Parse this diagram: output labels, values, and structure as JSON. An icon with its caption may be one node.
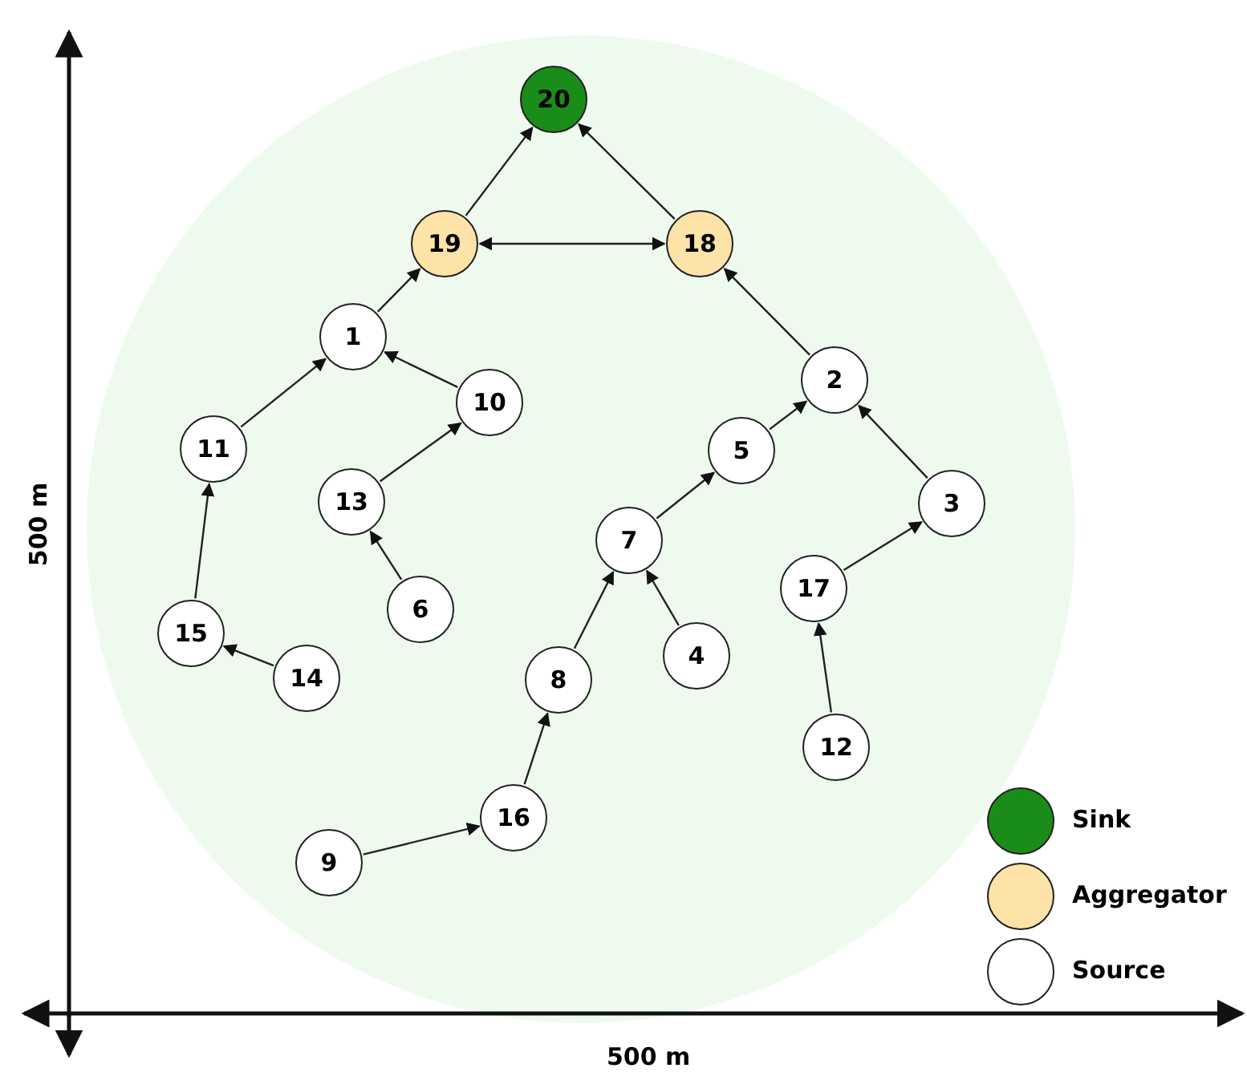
{
  "diagram": {
    "nodes": [
      {
        "text": [
          "20"
        ]
      },
      {
        "text": [
          "19"
        ]
      },
      {
        "text": [
          "18"
        ]
      },
      {
        "text": [
          "1"
        ]
      },
      {
        "text": [
          "2"
        ]
      },
      {
        "text": [
          "10"
        ]
      },
      {
        "text": [
          "11"
        ]
      },
      {
        "text": [
          "5"
        ]
      },
      {
        "text": [
          "13"
        ]
      },
      {
        "text": [
          "3"
        ]
      },
      {
        "text": [
          "7"
        ]
      },
      {
        "text": [
          "17"
        ]
      },
      {
        "text": [
          "6"
        ]
      },
      {
        "text": [
          "15"
        ]
      },
      {
        "text": [
          "4"
        ]
      },
      {
        "text": [
          "14"
        ]
      },
      {
        "text": [
          "8"
        ]
      },
      {
        "text": [
          "12"
        ]
      },
      {
        "text": [
          "16"
        ]
      },
      {
        "text": [
          "9"
        ]
      }
    ],
    "edges": [
      {
        "from": 1,
        "to": 0,
        "arrow": "to"
      },
      {
        "from": 2,
        "to": 0,
        "arrow": "to"
      },
      {
        "from": 1,
        "to": 2,
        "arrow": "both"
      },
      {
        "from": 3,
        "to": 1,
        "arrow": "to"
      },
      {
        "from": 4,
        "to": 2,
        "arrow": "to"
      },
      {
        "from": 5,
        "to": 3,
        "arrow": "to"
      },
      {
        "from": 6,
        "to": 3,
        "arrow": "to"
      },
      {
        "from": 7,
        "to": 4,
        "arrow": "to"
      },
      {
        "from": 9,
        "to": 4,
        "arrow": "to"
      },
      {
        "from": 8,
        "to": 5,
        "arrow": "to"
      },
      {
        "from": 10,
        "to": 7,
        "arrow": "to"
      },
      {
        "from": 11,
        "to": 9,
        "arrow": "to"
      },
      {
        "from": 12,
        "to": 8,
        "arrow": "to"
      },
      {
        "from": 13,
        "to": 6,
        "arrow": "to"
      },
      {
        "from": 14,
        "to": 10,
        "arrow": "to"
      },
      {
        "from": 15,
        "to": 13,
        "arrow": "to"
      },
      {
        "from": 16,
        "to": 10,
        "arrow": "to"
      },
      {
        "from": 17,
        "to": 11,
        "arrow": "to"
      },
      {
        "from": 18,
        "to": 16,
        "arrow": "to"
      },
      {
        "from": 19,
        "to": 18,
        "arrow": "to"
      }
    ],
    "labels": [
      "500 m",
      "500 m"
    ],
    "legend": [
      {
        "text": "Sink",
        "color": "#1a8c1a"
      },
      {
        "text": "Aggregator",
        "color": "#fde3a7"
      },
      {
        "text": "Source",
        "color": "#ffffff"
      }
    ]
  }
}
